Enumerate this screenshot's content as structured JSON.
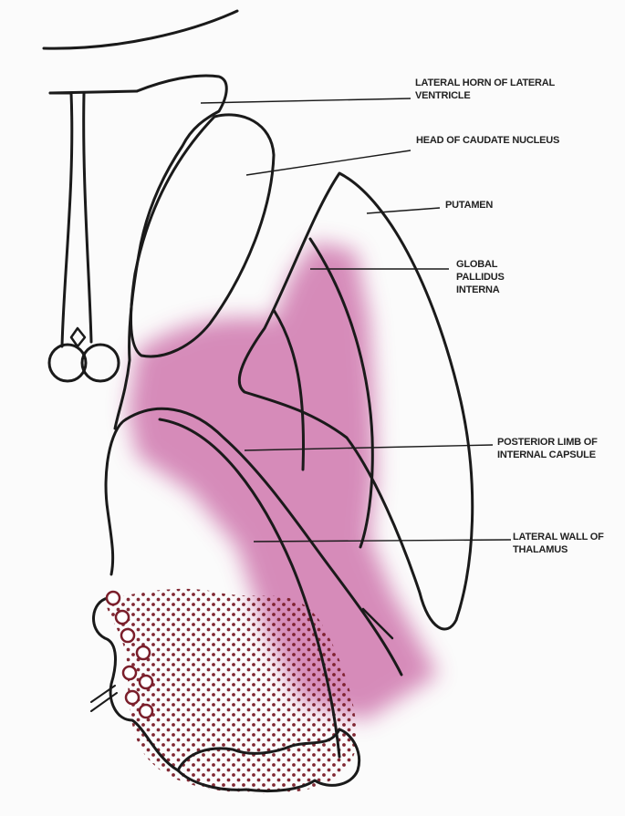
{
  "labels": {
    "lateral_horn": "LATERAL HORN OF LATERAL\nVENTRICLE",
    "caudate_head": "HEAD OF CAUDATE NUCLEUS",
    "putamen": "PUTAMEN",
    "globus_pallidus": "GLOBAL\nPALLIDUS\nINTERNA",
    "posterior_limb": "POSTERIOR LIMB OF\nINTERNAL CAPSULE",
    "thalamus_wall": "LATERAL WALL OF\nTHALAMUS"
  },
  "colors": {
    "ink": "#1a1a1a",
    "highlight": "#d27fb2",
    "dots": "#7a1e2a",
    "paper": "#fbfbfb"
  }
}
